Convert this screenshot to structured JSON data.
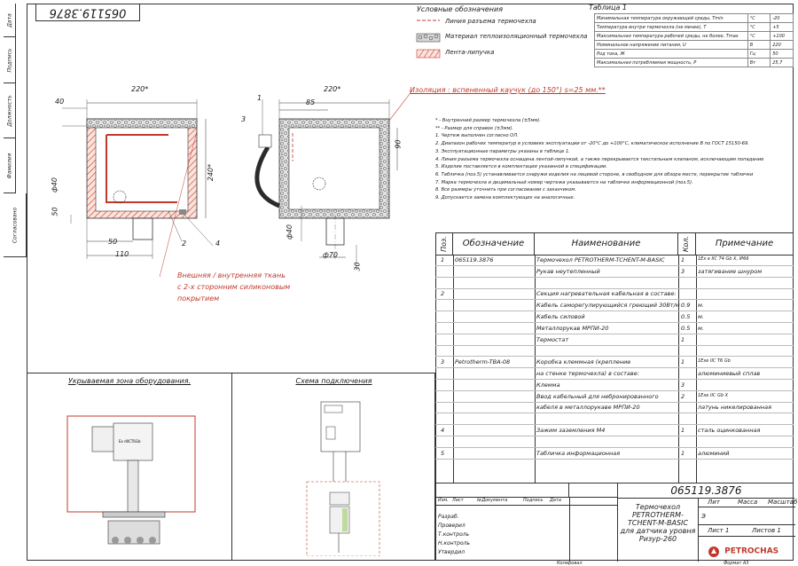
{
  "stamp": {
    "doc_number": "065119.3876"
  },
  "sidebar": [
    {
      "label": "Дата"
    },
    {
      "label": "Подпись"
    },
    {
      "label": "Должность"
    },
    {
      "label": "Фамилия"
    },
    {
      "label": "Согласовано"
    }
  ],
  "legend": {
    "title": "Условные обозначения",
    "items": [
      {
        "label": "Линия разъема термочехла"
      },
      {
        "label": "Материал теплоизоляционный термочехла"
      },
      {
        "label": "Лента-липучка"
      }
    ]
  },
  "table1": {
    "title": "Таблица 1",
    "rows": [
      {
        "param": "Минимальная температура окружающей среды, Tmin",
        "unit": "°С",
        "value": "-20"
      },
      {
        "param": "Температура внутри термочехла (не менее), T",
        "unit": "°С",
        "value": "+5"
      },
      {
        "param": "Максимальная температура рабочей среды, не более, Tmax",
        "unit": "°С",
        "value": "+100"
      },
      {
        "param": "Номинальное напряжение питания, U",
        "unit": "В",
        "value": "220"
      },
      {
        "param": "Род тока, Ж",
        "unit": "Гц",
        "value": "50"
      },
      {
        "param": "Максимальная потребляемая мощность, P",
        "unit": "Вт",
        "value": "25,7"
      }
    ]
  },
  "drawing": {
    "left": {
      "dim_width": "220*",
      "dim_top_left": "40",
      "dim_height": "240*",
      "dim_side": "50",
      "dim_bottom1": "50",
      "dim_bottom2": "110",
      "dim_dia": "ф40",
      "callout_2": "2",
      "callout_4": "4"
    },
    "right": {
      "dim_width": "220*",
      "dim_top": "85",
      "dim_side": "90",
      "dim_dia": "ф40",
      "dim_dia2": "ф70",
      "dim_bottom": "30",
      "callout_1": "1",
      "callout_3": "3"
    },
    "insulation_note": "Изоляция : вспененный каучук (до 150°) s=25 мм.**",
    "fabric_note": [
      "Внешняя / внутренняя ткань",
      "с 2-х сторонним силиконовым",
      "покрытием"
    ]
  },
  "notes": [
    "* - Внутренний размер термочехла (±5мм).",
    "** - Размер для справок (±3мм).",
    "1. Чертеж выполнен согласно ОЛ.",
    "2. Диапазон рабочих температур в условиях эксплуатации от -20°С до +100°С, климатическое исполнение В по ГОСТ 15150-69.",
    "3. Эксплуатационные параметры указаны в таблице 1.",
    "4. Линия разъема термочехла оснащена лентой-липучкой, а также перекрывается текстильным клапаном, исключающим попадание",
    "5. Изделие поставляется в комплектации указанной в спецификации.",
    "6. Табличка (поз.5) устанавливается снаружи изделия на лицевой стороне, в свободном для обзора месте, перекрытие таблички",
    "7. Марка термочехла и децимальный номер чертежа указываются на табличке информационной (поз.5).",
    "8. Все размеры уточнить при согласовании с заказчиком.",
    "9. Допускается замена комплектующих на аналогичные."
  ],
  "spec": {
    "headers": {
      "pos": "Поз.",
      "designation": "Обозначение",
      "name": "Наименование",
      "qty": "Кол.",
      "note": "Примечание"
    },
    "rows": [
      {
        "pos": "1",
        "designation": "065119.3876",
        "name": "Термочехол PETROTHERM-TCHENT-M-BASIC",
        "qty": "1",
        "note": "1Ex e IIC T4 Gb X, IP66"
      },
      {
        "pos": "",
        "designation": "",
        "name": "Рукав неутепленный",
        "qty": "3",
        "note": "затягивание шнуром"
      },
      {
        "pos": "",
        "designation": "",
        "name": "",
        "qty": "",
        "note": ""
      },
      {
        "pos": "2",
        "designation": "",
        "name": "Секция нагревательная кабельная в составе:",
        "qty": "",
        "note": ""
      },
      {
        "pos": "",
        "designation": "",
        "name": "Кабель саморегулирующийся греющий 30Вт/м",
        "qty": "0.9",
        "note": "м."
      },
      {
        "pos": "",
        "designation": "",
        "name": "Кабель силовой",
        "qty": "0.5",
        "note": "м."
      },
      {
        "pos": "",
        "designation": "",
        "name": "Металлорукав МРПИ-20",
        "qty": "0.5",
        "note": "м."
      },
      {
        "pos": "",
        "designation": "",
        "name": "Термостат",
        "qty": "1",
        "note": ""
      },
      {
        "pos": "",
        "designation": "",
        "name": "",
        "qty": "",
        "note": ""
      },
      {
        "pos": "3",
        "designation": "Petrotherm-TBA-08",
        "name": "Коробка клеммная (крепление",
        "qty": "1",
        "note": "1Exe IIC T6 Gb"
      },
      {
        "pos": "",
        "designation": "",
        "name": "на стенке термочехла) в составе:",
        "qty": "",
        "note": "алюминиевый сплав"
      },
      {
        "pos": "",
        "designation": "",
        "name": "Клемма",
        "qty": "3",
        "note": ""
      },
      {
        "pos": "",
        "designation": "",
        "name": "Ввод кабельный для небронированного",
        "qty": "2",
        "note": "1Exe IIC Gb X"
      },
      {
        "pos": "",
        "designation": "",
        "name": "кабеля в металлорукаве МРПИ-20",
        "qty": "",
        "note": "латунь никелированная"
      },
      {
        "pos": "",
        "designation": "",
        "name": "",
        "qty": "",
        "note": ""
      },
      {
        "pos": "4",
        "designation": "",
        "name": "Зажим заземления М4",
        "qty": "1",
        "note": "сталь оцинкованная"
      },
      {
        "pos": "",
        "designation": "",
        "name": "",
        "qty": "",
        "note": ""
      },
      {
        "pos": "5",
        "designation": "",
        "name": "Табличка информационная",
        "qty": "1",
        "note": "алюминий"
      }
    ]
  },
  "panels": {
    "covered_zone": "Укрываемая зона оборудования.",
    "wiring": "Схема подключения"
  },
  "title_block": {
    "doc_number": "065119.3876",
    "title_lines": [
      "Термочехол",
      "PETROTHERM-TCHENT-M-BASIC",
      "для датчика уровня Ризур-260"
    ],
    "headers": {
      "izm": "Изм.",
      "list": "Лист",
      "ndoc": "№Документа",
      "sign": "Подпись",
      "date": "Дата"
    },
    "roles": [
      "Разраб.",
      "Проверил",
      "Т.контроль",
      "Н.контроль",
      "Утвердил"
    ],
    "lit_label": "Лит",
    "mass_label": "Масса",
    "scale_label": "Масштаб",
    "lit_value": "Э",
    "sheet": "Лист 1",
    "sheets": "Листов 1",
    "logo": "PETROCHAS",
    "copied": "Копировал",
    "format": "Формат А3"
  }
}
